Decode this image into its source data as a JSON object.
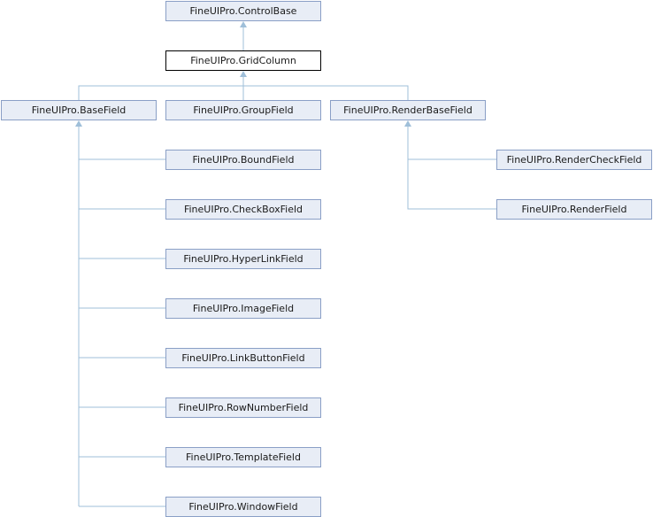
{
  "nodes": {
    "controlbase": "FineUIPro.ControlBase",
    "gridcolumn": "FineUIPro.GridColumn",
    "basefield": "FineUIPro.BaseField",
    "groupfield": "FineUIPro.GroupField",
    "renderbasefield": "FineUIPro.RenderBaseField",
    "boundfield": "FineUIPro.BoundField",
    "checkboxfield": "FineUIPro.CheckBoxField",
    "hyperlinkfield": "FineUIPro.HyperLinkField",
    "imagefield": "FineUIPro.ImageField",
    "linkbuttonfield": "FineUIPro.LinkButtonField",
    "rownumberfield": "FineUIPro.RowNumberField",
    "templatefield": "FineUIPro.TemplateField",
    "windowfield": "FineUIPro.WindowField",
    "rendercheckfield": "FineUIPro.RenderCheckField",
    "renderfield": "FineUIPro.RenderField"
  },
  "colors": {
    "node_fill": "#e8edf6",
    "node_border": "#8a9fc6",
    "current_fill": "#ffffff",
    "current_border": "#000000",
    "edge": "#9fbfd9"
  }
}
